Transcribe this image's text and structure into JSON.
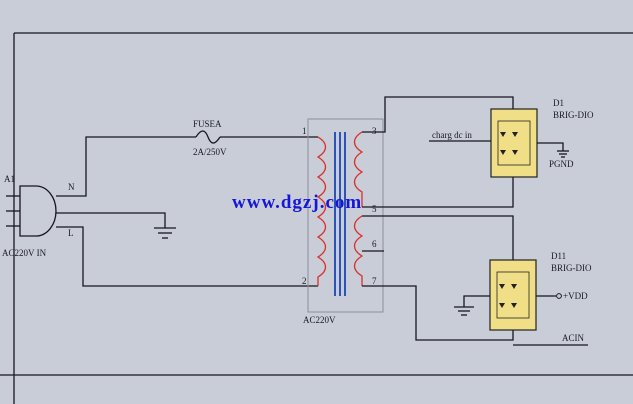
{
  "connector": {
    "ref": "A1",
    "name": "AC220V IN",
    "pin_n": "N",
    "pin_l": "L"
  },
  "fuse": {
    "ref": "FUSEA",
    "rating": "2A/250V"
  },
  "transformer": {
    "name": "AC220V",
    "pins": {
      "p1": "1",
      "p2": "2",
      "p3": "3",
      "p5": "5",
      "p6": "6",
      "p7": "7"
    }
  },
  "bridge_top": {
    "ref": "D1",
    "type": "BRIG-DIO",
    "input_label": "charg dc in",
    "ground_label": "PGND"
  },
  "bridge_bottom": {
    "ref": "D11",
    "type": "BRIG-DIO",
    "output_label": "+VDD"
  },
  "net_label": "ACIN",
  "watermark": "www.dgzj.com",
  "colors": {
    "background": "#c9cdd8",
    "wire": "#17171f",
    "coil": "#d8312c",
    "core": "#2c54b8",
    "ic_fill": "#f1df87",
    "watermark": "#1616d8"
  }
}
